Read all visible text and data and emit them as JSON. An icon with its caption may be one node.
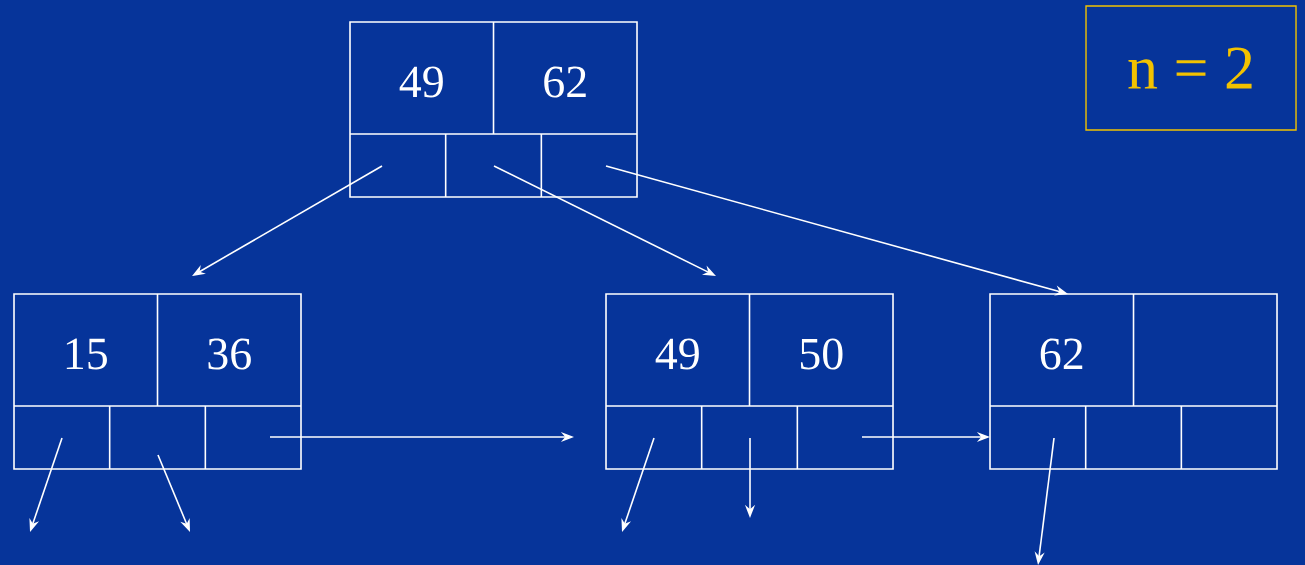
{
  "diagram": {
    "nodes": [
      {
        "text": [
          "49",
          "62"
        ]
      },
      {
        "text": [
          "15",
          "36"
        ]
      },
      {
        "text": [
          "49",
          "50"
        ]
      },
      {
        "text": [
          "62"
        ]
      },
      {
        "text": [
          "n = 2"
        ]
      }
    ],
    "edges": [
      {
        "from": 0,
        "to": 1,
        "arrow": "to"
      },
      {
        "from": 0,
        "to": 2,
        "arrow": "to"
      },
      {
        "from": 0,
        "to": 3,
        "arrow": "to"
      },
      {
        "from": 1,
        "to": 2,
        "arrow": "to"
      },
      {
        "from": 2,
        "to": 3,
        "arrow": "to"
      },
      {
        "from": 1,
        "to": null,
        "arrow": "to"
      },
      {
        "from": 1,
        "to": null,
        "arrow": "to"
      },
      {
        "from": 2,
        "to": null,
        "arrow": "to"
      },
      {
        "from": 2,
        "to": null,
        "arrow": "to"
      },
      {
        "from": 3,
        "to": null,
        "arrow": "to"
      }
    ]
  }
}
